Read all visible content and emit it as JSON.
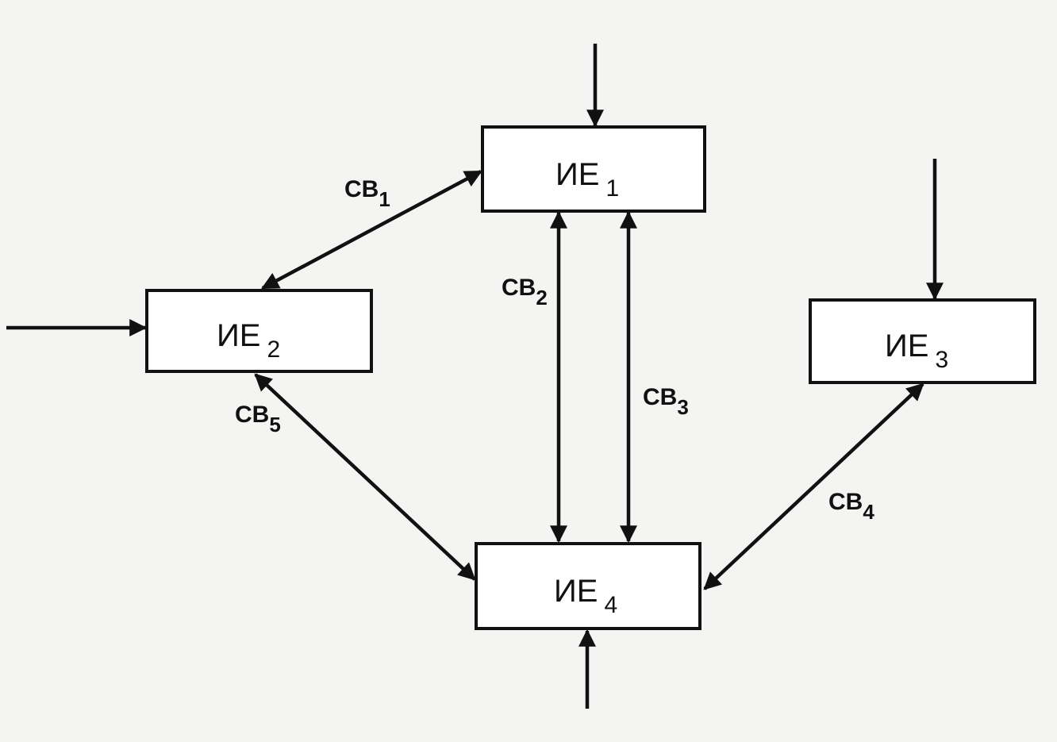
{
  "diagram": {
    "nodes": {
      "ie1": {
        "label": "ИЕ",
        "sub": "1"
      },
      "ie2": {
        "label": "ИЕ",
        "sub": "2"
      },
      "ie3": {
        "label": "ИЕ",
        "sub": "3"
      },
      "ie4": {
        "label": "ИЕ",
        "sub": "4"
      }
    },
    "edges": {
      "sv1": {
        "label": "СВ",
        "sub": "1",
        "from": "ИЕ 1",
        "to": "ИЕ 2",
        "direction": "bidirectional"
      },
      "sv2": {
        "label": "СВ",
        "sub": "2",
        "from": "ИЕ 1",
        "to": "ИЕ 4",
        "direction": "bidirectional"
      },
      "sv3": {
        "label": "СВ",
        "sub": "3",
        "from": "ИЕ 1",
        "to": "ИЕ 4",
        "direction": "bidirectional"
      },
      "sv4": {
        "label": "СВ",
        "sub": "4",
        "from": "ИЕ 3",
        "to": "ИЕ 4",
        "direction": "bidirectional"
      },
      "sv5": {
        "label": "СВ",
        "sub": "5",
        "from": "ИЕ 2",
        "to": "ИЕ 4",
        "direction": "bidirectional"
      }
    },
    "inputs": [
      "ИЕ 1",
      "ИЕ 2",
      "ИЕ 3",
      "ИЕ 4"
    ]
  }
}
